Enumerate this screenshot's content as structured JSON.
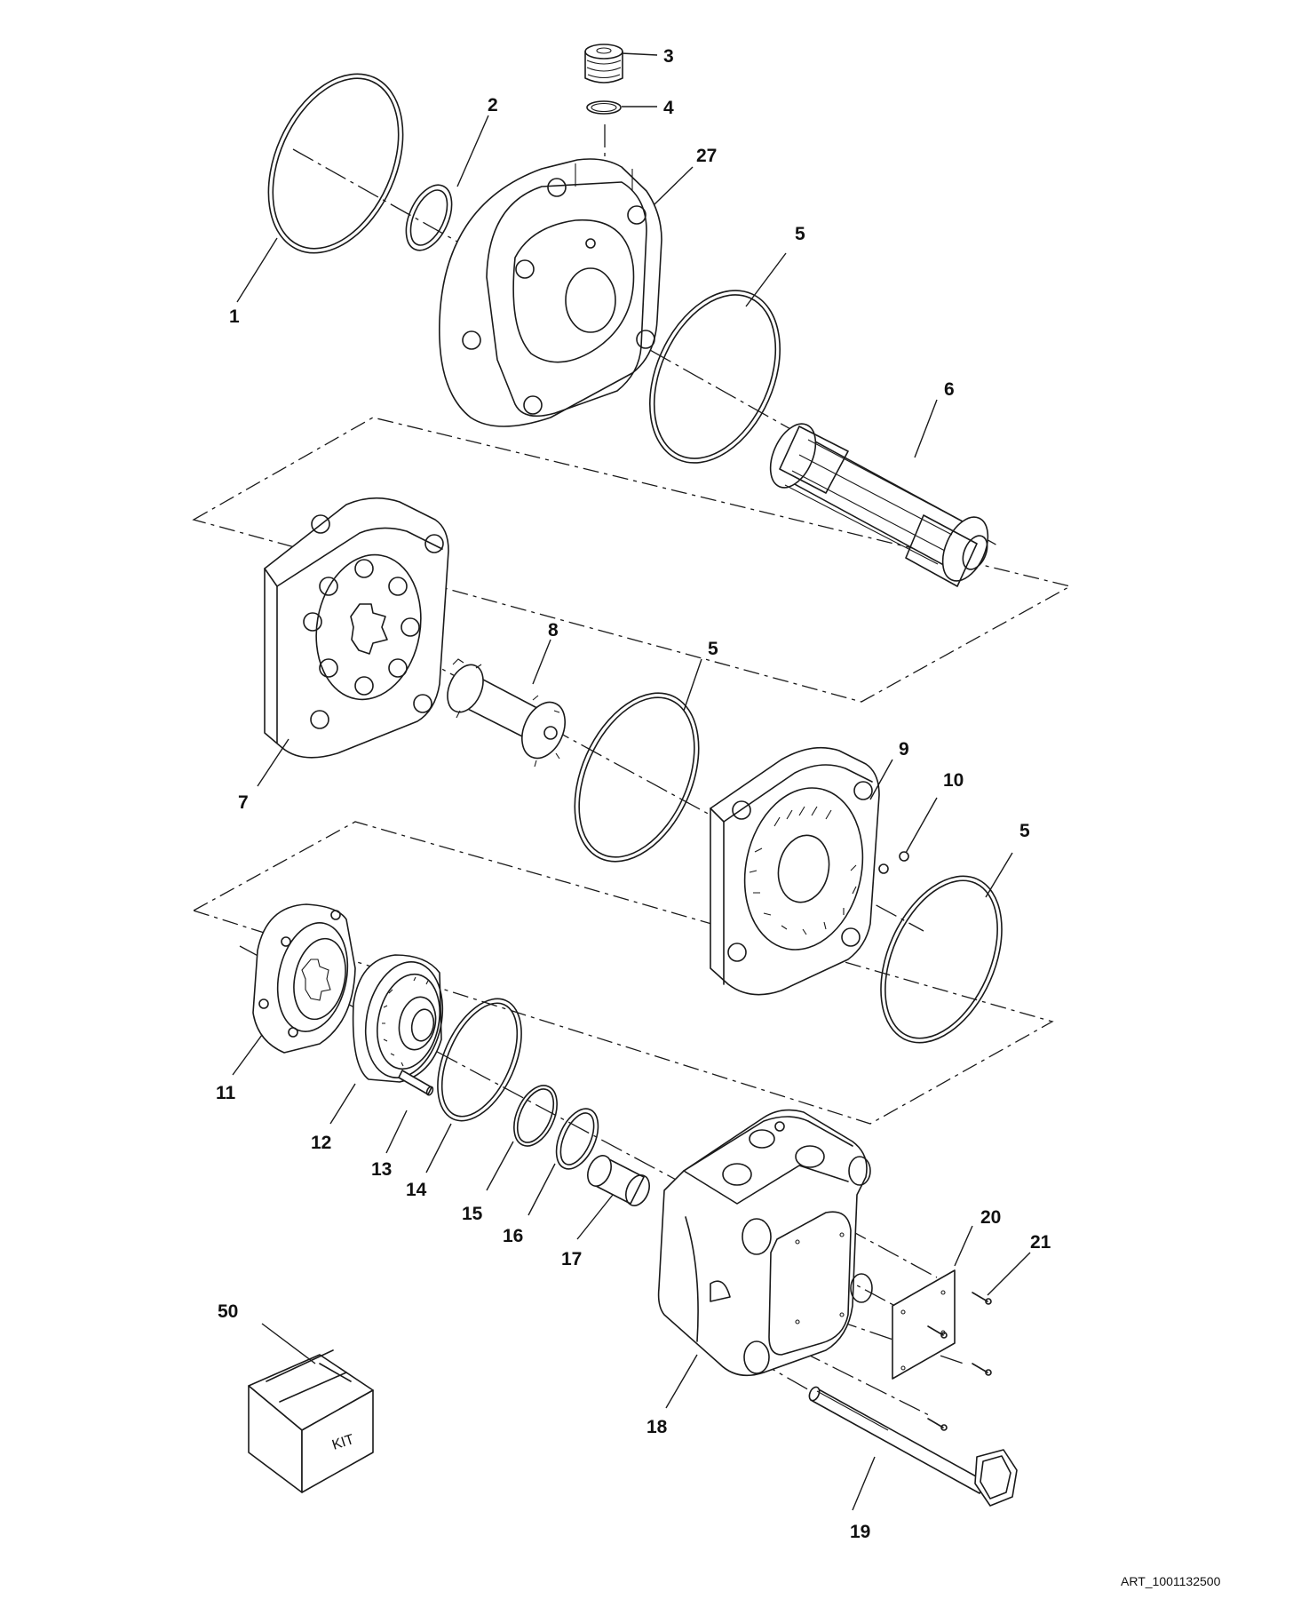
{
  "diagram": {
    "art_number": "ART_1001132500",
    "kit_box_label": "KIT",
    "callouts": [
      {
        "id": "c1",
        "label": "1"
      },
      {
        "id": "c2",
        "label": "2"
      },
      {
        "id": "c3",
        "label": "3"
      },
      {
        "id": "c4",
        "label": "4"
      },
      {
        "id": "c27",
        "label": "27"
      },
      {
        "id": "c5a",
        "label": "5"
      },
      {
        "id": "c6",
        "label": "6"
      },
      {
        "id": "c8",
        "label": "8"
      },
      {
        "id": "c5b",
        "label": "5"
      },
      {
        "id": "c7",
        "label": "7"
      },
      {
        "id": "c9",
        "label": "9"
      },
      {
        "id": "c10",
        "label": "10"
      },
      {
        "id": "c5c",
        "label": "5"
      },
      {
        "id": "c11",
        "label": "11"
      },
      {
        "id": "c12",
        "label": "12"
      },
      {
        "id": "c13",
        "label": "13"
      },
      {
        "id": "c14",
        "label": "14"
      },
      {
        "id": "c15",
        "label": "15"
      },
      {
        "id": "c16",
        "label": "16"
      },
      {
        "id": "c17",
        "label": "17"
      },
      {
        "id": "c18",
        "label": "18"
      },
      {
        "id": "c19",
        "label": "19"
      },
      {
        "id": "c20",
        "label": "20"
      },
      {
        "id": "c21",
        "label": "21"
      },
      {
        "id": "c50",
        "label": "50"
      }
    ]
  }
}
